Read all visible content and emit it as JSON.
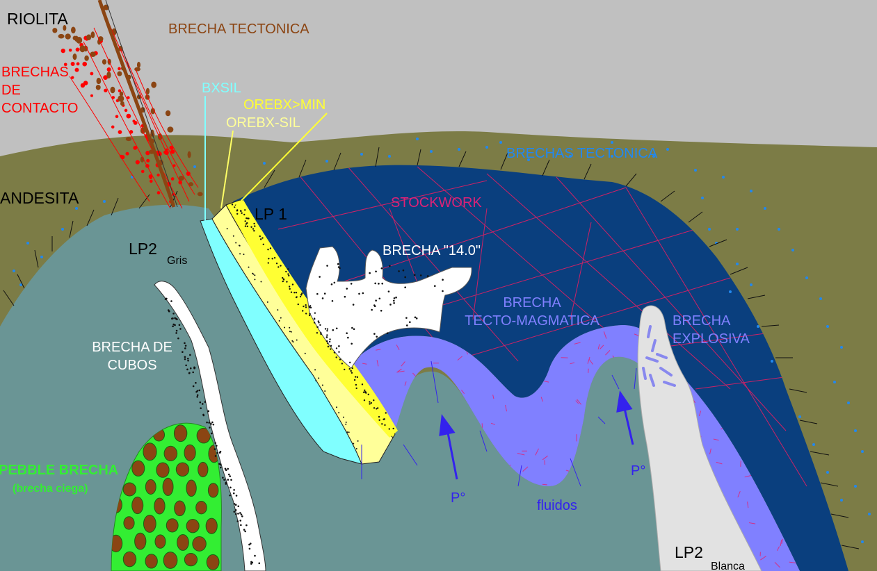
{
  "labels": {
    "riolita": "RIOLITA",
    "brecha_tectonica_top": "BRECHA TECTONICA",
    "brechas_de_contacto": [
      "BRECHAS",
      "DE",
      "CONTACTO"
    ],
    "bxsil": "BXSIL",
    "orebx_min": "OREBX>MIN",
    "orebx_sil": "OREBX-SIL",
    "brechas_tectonica": "BRECHAS TECTONICA",
    "andesita": "ANDESITA",
    "stockwork": "STOCKWORK",
    "lp1": "LP 1",
    "lp2_gris": "LP2",
    "lp2_gris_sub": "Gris",
    "brecha_14": "BRECHA \"14.0\"",
    "brecha_tecto": [
      "BRECHA",
      "TECTO-MAGMATICA"
    ],
    "brecha_explosiva": [
      "BRECHA",
      "EXPLOSIVA"
    ],
    "brecha_cubos": [
      "BRECHA DE",
      "CUBOS"
    ],
    "pebble_brecha": "PEBBLE BRECHA",
    "brecha_ciega": "(brecha ciega)",
    "p_left": "P°",
    "fluidos": "fluidos",
    "p_right": "P°",
    "lp2_blanca": "LP2",
    "lp2_blanca_sub": "Blanca"
  },
  "colors": {
    "sky": "#c0c0c0",
    "andesite": "#7c7c46",
    "lp2_gris": "#6a9595",
    "lp1": "#0a3f7e",
    "tecto_magmatica": "#8080ff",
    "bxsil": "#80ffff",
    "orebx_sil": "#ffff99",
    "orebx_min": "#ffff33",
    "brecha_14": "#ffffff",
    "pebble": "#33ee33",
    "pebble_clast": "#8b4513",
    "lp2_blanca": "#e2e2e2",
    "fault": "#8b4513",
    "contact_red": "#ff0000",
    "stockwork_line": "#cc2266",
    "arrow": "#3322ee",
    "blue_dots": "#2288ee"
  }
}
